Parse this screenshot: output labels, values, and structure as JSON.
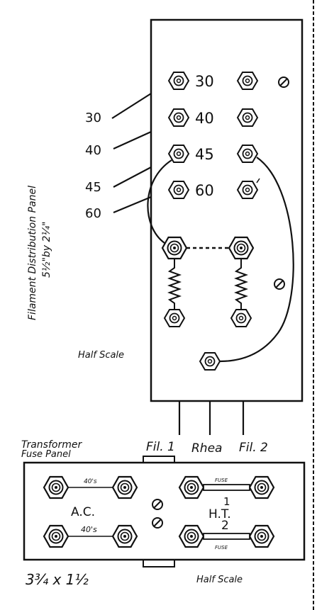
{
  "filament_panel": {
    "title": "Filament Distribution Panel",
    "size": "5½\"by 2¼\"",
    "scale_note": "Half Scale",
    "row_labels": [
      "30",
      "40",
      "45",
      "60"
    ],
    "lead_labels": [
      "30",
      "40",
      "45",
      "60"
    ],
    "bottom_leads": [
      "Fil. 1",
      "Rhea",
      "Fil. 2"
    ]
  },
  "fuse_panel": {
    "title_line1": "Transformer",
    "title_line2": "Fuse Panel",
    "ac_label": "A.C.",
    "ht_label": "H.T.",
    "fuse_top_left": "40's",
    "fuse_bottom_left": "40's",
    "fuse_top_right": "FUSE",
    "fuse_bottom_right": "FUSE",
    "num_1": "1",
    "num_2": "2",
    "dimensions": "3¾ x 1½",
    "scale_note": "Half Scale"
  }
}
